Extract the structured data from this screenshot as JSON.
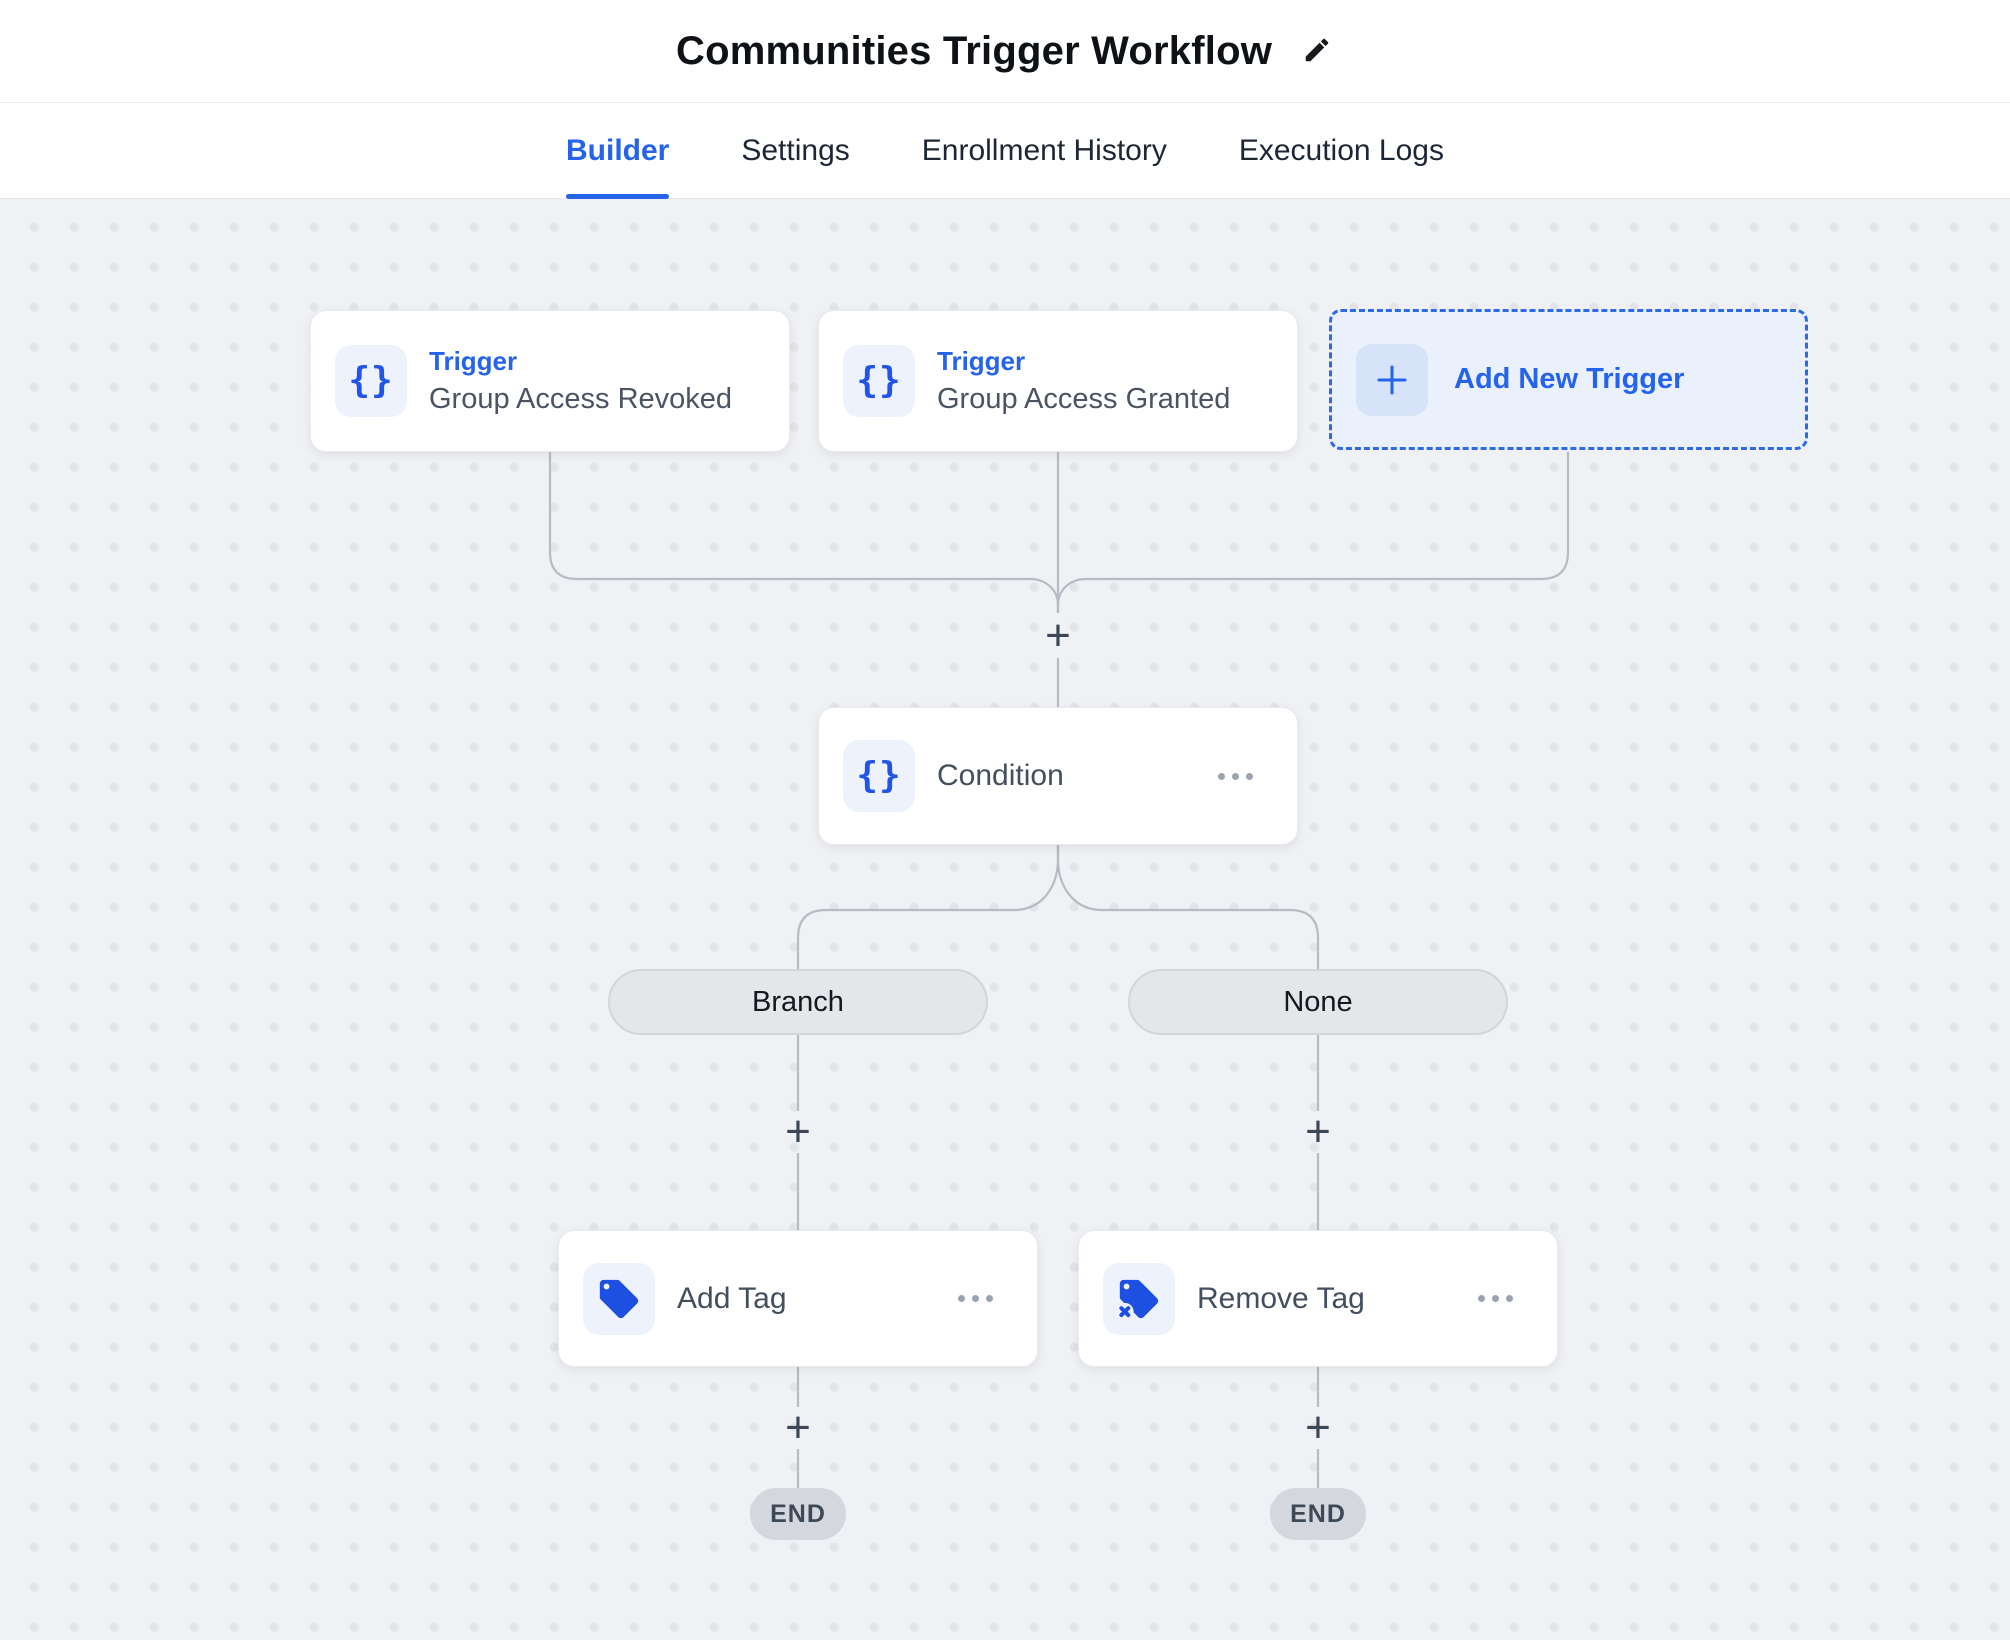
{
  "header": {
    "title": "Communities Trigger Workflow"
  },
  "tabs": [
    {
      "label": "Builder",
      "active": true
    },
    {
      "label": "Settings",
      "active": false
    },
    {
      "label": "Enrollment History",
      "active": false
    },
    {
      "label": "Execution Logs",
      "active": false
    }
  ],
  "canvas": {
    "triggers": [
      {
        "type_label": "Trigger",
        "name": "Group Access Revoked",
        "icon": "braces-icon",
        "icon_glyph": "{}"
      },
      {
        "type_label": "Trigger",
        "name": "Group Access Granted",
        "icon": "braces-icon",
        "icon_glyph": "{}"
      }
    ],
    "add_trigger": {
      "label": "Add New Trigger",
      "icon": "plus-icon"
    },
    "condition": {
      "label": "Condition",
      "icon": "braces-icon",
      "icon_glyph": "{}",
      "menu_icon": "ellipsis-icon"
    },
    "branch_pills": [
      {
        "label": "Branch"
      },
      {
        "label": "None"
      }
    ],
    "actions": [
      {
        "label": "Add Tag",
        "icon": "tag-icon",
        "menu_icon": "ellipsis-icon"
      },
      {
        "label": "Remove Tag",
        "icon": "tag-remove-icon",
        "menu_icon": "ellipsis-icon"
      }
    ],
    "end_labels": [
      "END",
      "END"
    ],
    "plus_glyph": "+"
  },
  "colors": {
    "accent_blue": "#2563eb",
    "icon_blue": "#1d4fe0",
    "canvas_bg": "#eff1f4",
    "canvas_dot": "#e2e4e8",
    "wire": "#b7bbc3",
    "pill_bg": "#e5e6ea",
    "end_pill_bg": "#d4d8de",
    "card_bg": "#ffffff"
  }
}
